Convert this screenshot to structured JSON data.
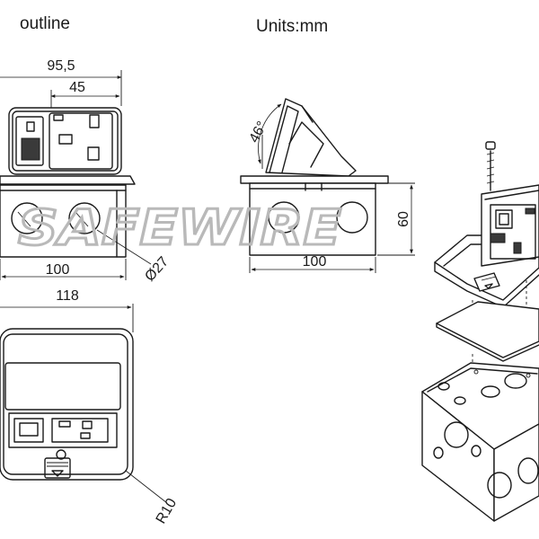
{
  "header": {
    "outline_label": "outline",
    "units_label": "Units:mm"
  },
  "dimensions": {
    "top_overall_width": "95,5",
    "socket_width": "45",
    "front_body_width": "100",
    "hole_diameter": "Ø27",
    "plan_overall_width": "118",
    "corner_radius": "R10",
    "open_angle": "46°",
    "side_body_width": "100",
    "side_height": "60"
  },
  "watermark": "SAFEWIRE",
  "colors": {
    "line": "#1a1a1a",
    "watermark": "#b9b9b9",
    "fill_dark": "#3a3a3a"
  }
}
